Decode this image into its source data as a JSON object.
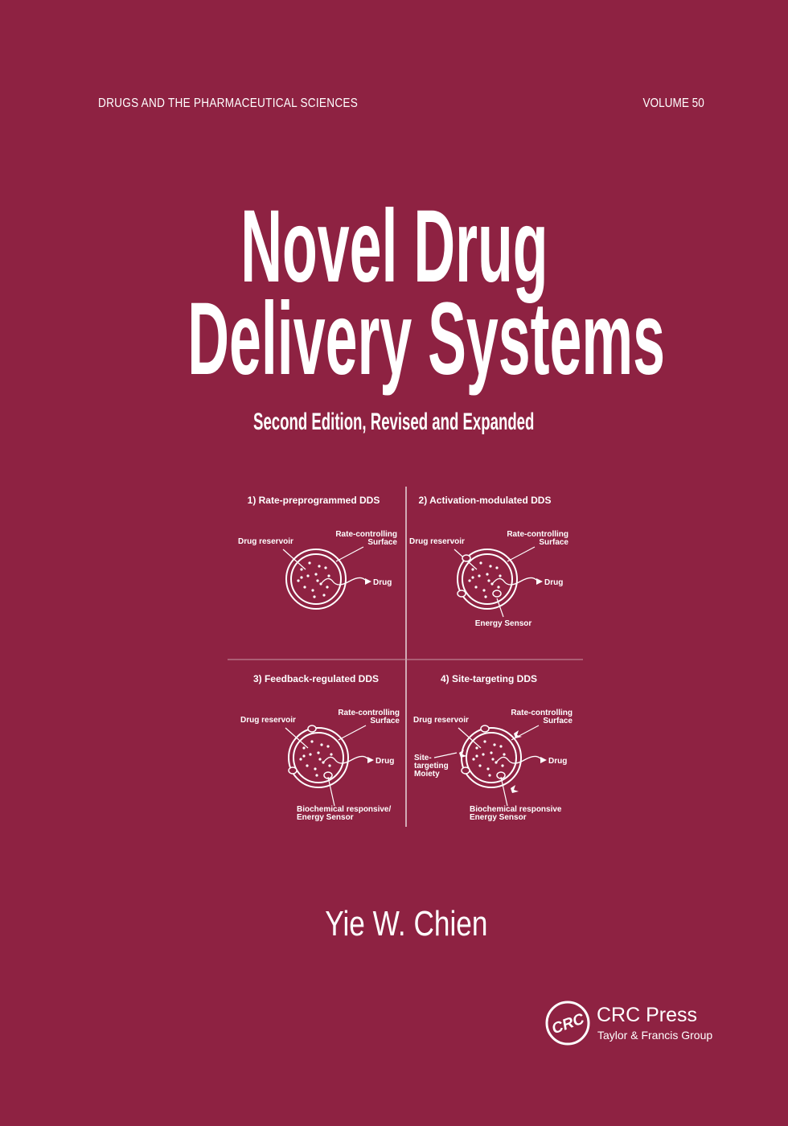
{
  "cover": {
    "series": "DRUGS AND THE PHARMACEUTICAL SCIENCES",
    "volume": "VOLUME 50",
    "title_line1": "Novel Drug",
    "title_line2": "Delivery Systems",
    "subtitle": "Second Edition, Revised and Expanded",
    "author": "Yie W. Chien",
    "background_color": "#8e2242"
  },
  "diagram": {
    "panels": [
      {
        "title": "1) Rate-preprogrammed DDS",
        "reservoir": "Drug reservoir",
        "surface1": "Rate-controlling",
        "surface2": "Surface",
        "drug": "Drug"
      },
      {
        "title": "2) Activation-modulated DDS",
        "reservoir": "Drug reservoir",
        "surface1": "Rate-controlling",
        "surface2": "Surface",
        "drug": "Drug",
        "sensor1": "Energy Sensor"
      },
      {
        "title": "3) Feedback-regulated DDS",
        "reservoir": "Drug reservoir",
        "surface1": "Rate-controlling",
        "surface2": "Surface",
        "drug": "Drug",
        "sensor1": "Biochemical responsive/",
        "sensor2": "Energy Sensor"
      },
      {
        "title": "4) Site-targeting DDS",
        "reservoir": "Drug reservoir",
        "surface1": "Rate-controlling",
        "surface2": "Surface",
        "drug": "Drug",
        "sensor1": "Biochemical responsive",
        "sensor2": "Energy Sensor",
        "moiety1": "Site-",
        "moiety2": "targeting",
        "moiety3": "Moiety"
      }
    ]
  },
  "publisher": {
    "logo_text": "CRC",
    "name": "CRC Press",
    "group": "Taylor & Francis Group"
  }
}
